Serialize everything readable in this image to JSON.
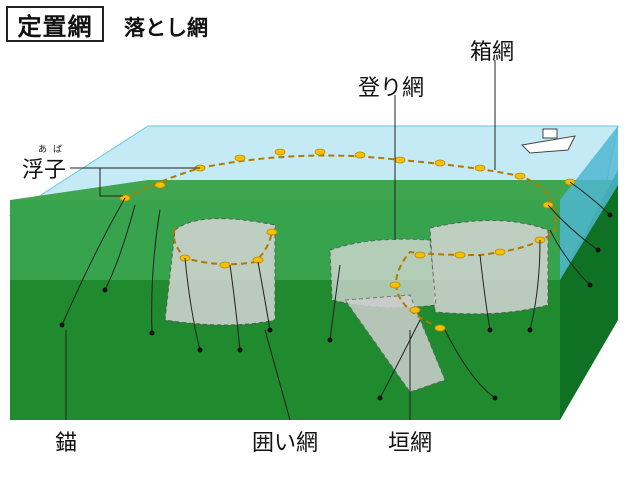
{
  "header": {
    "title": "定置網",
    "subtitle": "落とし網"
  },
  "labels": {
    "float": "浮子",
    "float_ruby": "あば",
    "box_net": "箱網",
    "climb_net": "登り網",
    "anchor": "錨",
    "enclosure_net": "囲い網",
    "fence_net": "垣網"
  },
  "colors": {
    "water_top": "#bfe8f4",
    "water_front": "#58c7e0",
    "seabed_top": "#2f9a3a",
    "seabed_front": "#1f8a2e",
    "seabed_side": "#0f7a24",
    "net_fill": "#d8d8d8",
    "float": "#f5c000",
    "line": "#333333"
  }
}
